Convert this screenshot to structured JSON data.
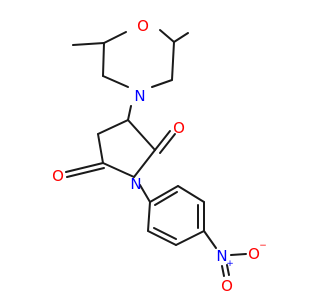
{
  "molecule": {
    "atoms": {
      "morpholine_oxygen": "O",
      "morpholine_nitrogen": "N",
      "imide_nitrogen": "N",
      "carbonyl_oxygen_right": "O",
      "carbonyl_oxygen_left": "O",
      "nitro_nitrogen": "N",
      "nitro_oxygen_right": "O",
      "nitro_oxygen_bottom": "O"
    },
    "charges": {
      "nitro_nitrogen": "+",
      "nitro_oxygen_right": "−"
    },
    "colors": {
      "bond": "#1a1a1a",
      "oxygen": "#ff0000",
      "nitrogen": "#0000ff"
    }
  }
}
